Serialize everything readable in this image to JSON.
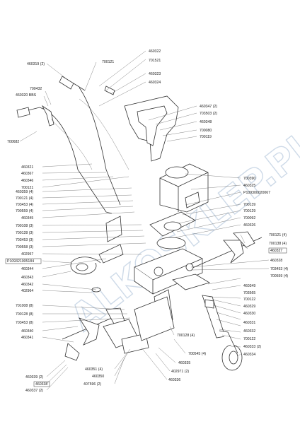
{
  "watermark": "ALKOSKLEP.PL",
  "labels": {
    "l460319": "460319 (2)",
    "l700432": "700432",
    "l460320": "460320 BBS",
    "l700682": "700682",
    "l700121a": "700121",
    "l701521": "701521",
    "l460322": "460322",
    "l460323": "460323",
    "l460324": "460324",
    "l460347": "460347 (2)",
    "l703503": "703503 (2)",
    "l460348": "460348",
    "l700080": "700080",
    "l700119": "700119",
    "l460321": "460321",
    "l460367": "460367",
    "l460346": "460346",
    "l700121b": "700121",
    "l460359": "460359 (4)",
    "l700121c": "700121 (4)",
    "l703453a": "703453 (4)",
    "l700559a": "700559 (4)",
    "l460345": "460345",
    "l700108": "700108 (3)",
    "l700128a": "700128 (3)",
    "l703453b": "703453 (3)",
    "l700558": "700558 (3)",
    "l402957": "402957",
    "lP109321": "P109321005184",
    "l460344": "460344",
    "l460343": "460343",
    "l460342": "460342",
    "l402964": "402964",
    "l700390": "700390",
    "l460325": "460325",
    "lP109300": "P109300020067",
    "l700139": "700139",
    "l700129": "700129",
    "l700092": "700092",
    "l460326": "460326",
    "l700121d": "700121 (4)",
    "l700138": "700138 (4)",
    "l460327": "460327",
    "l460328": "460328",
    "l703453c": "703453 (4)",
    "l700559b": "700559 (4)",
    "l460349": "460349",
    "l703565": "703565",
    "l700122a": "700122",
    "l460329": "460329",
    "l460330": "460330",
    "l460331": "460331",
    "l460332": "460332",
    "l700122b": "700122",
    "l460333": "460333 (2)",
    "l460334": "460334",
    "l701008": "701008 (8)",
    "l700128b": "700128 (8)",
    "l703453d": "703453 (8)",
    "l460340": "460340",
    "l460341": "460341",
    "l700128c": "700128 (4)",
    "l700545": "700545 (4)",
    "l460335": "460335",
    "l402971": "402971 (2)",
    "l460336": "460336",
    "l460351": "460351 (4)",
    "l460350": "460350",
    "l407596": "407596 (2)",
    "l460339": "460339 (2)",
    "l460338": "460338",
    "l460337": "460337 (2)"
  }
}
